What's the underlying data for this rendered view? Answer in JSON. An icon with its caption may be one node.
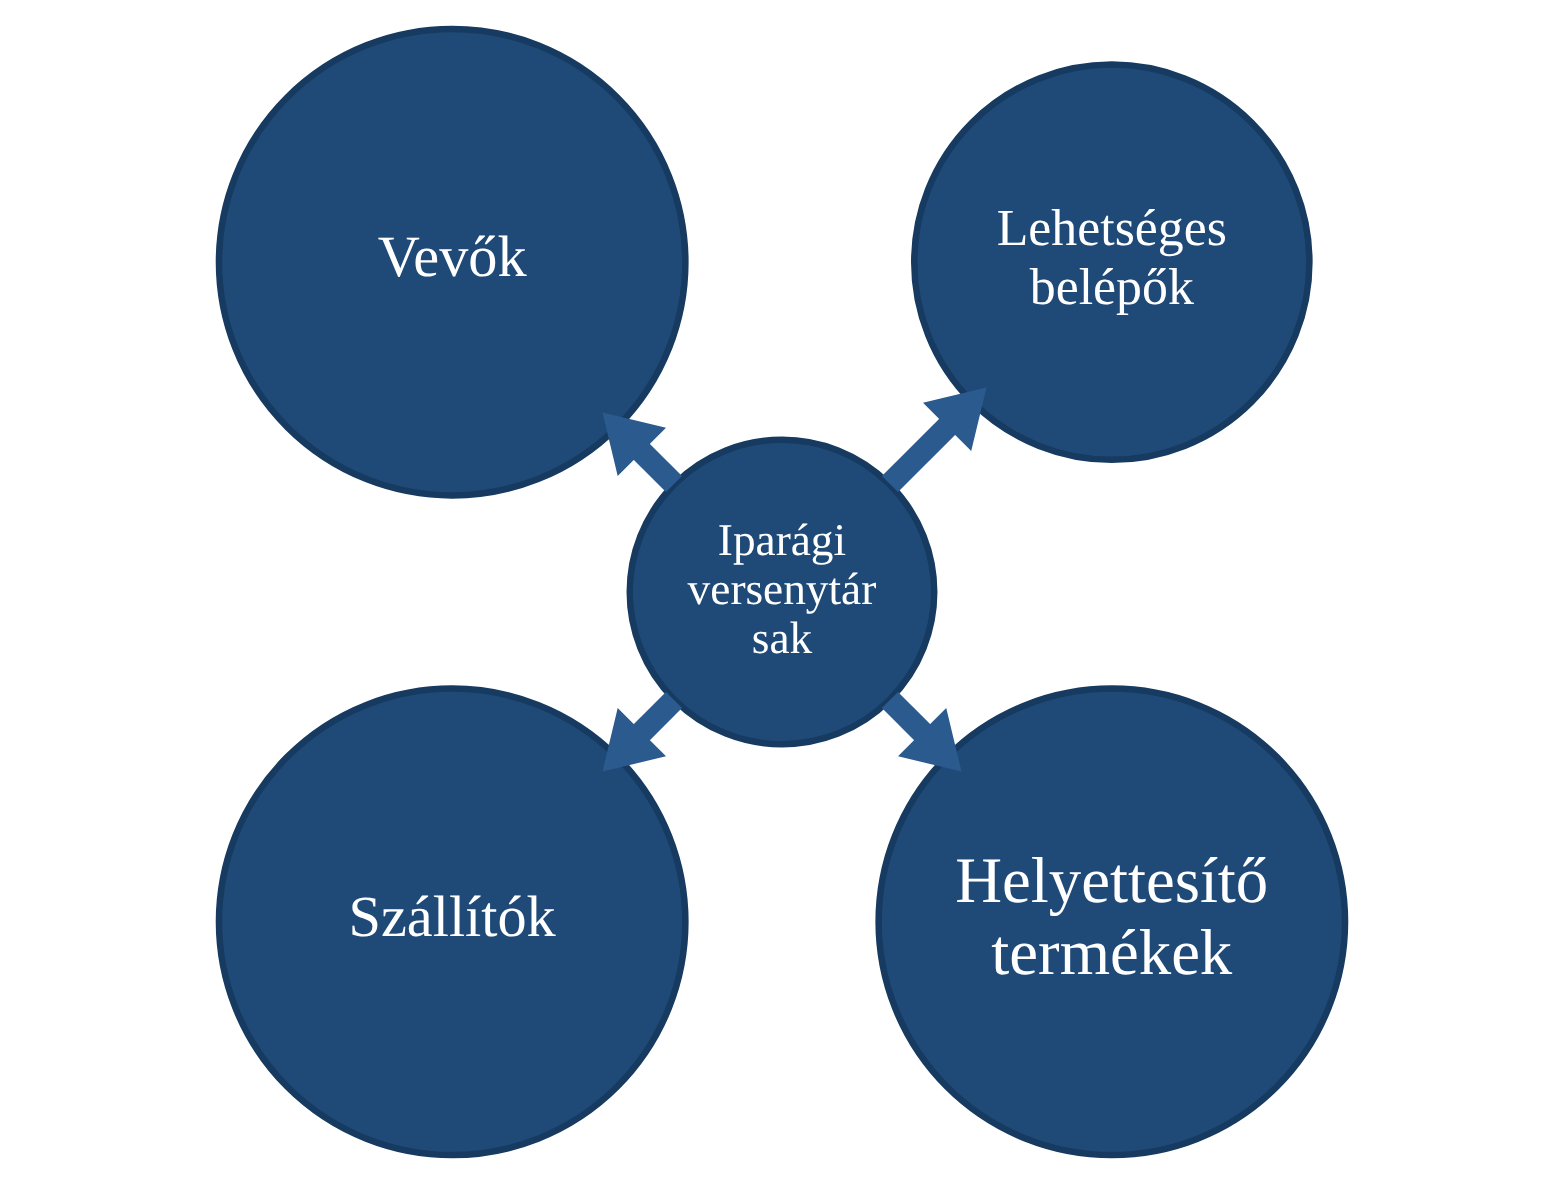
{
  "diagram": {
    "nodes": [
      {
        "text": [
          "Lehetséges belépők"
        ]
      },
      {
        "text": [
          "Vevők"
        ]
      },
      {
        "text": [
          "Iparági versenytár sak"
        ]
      },
      {
        "text": [
          "Szállítók"
        ]
      },
      {
        "text": [
          "Helyettesítő termékek"
        ]
      }
    ],
    "edges": [
      {
        "from": 2,
        "to": 0,
        "arrow": "to"
      },
      {
        "from": 2,
        "to": 1,
        "arrow": "to"
      },
      {
        "from": 2,
        "to": 3,
        "arrow": "to"
      },
      {
        "from": 2,
        "to": 4,
        "arrow": "to"
      }
    ]
  }
}
